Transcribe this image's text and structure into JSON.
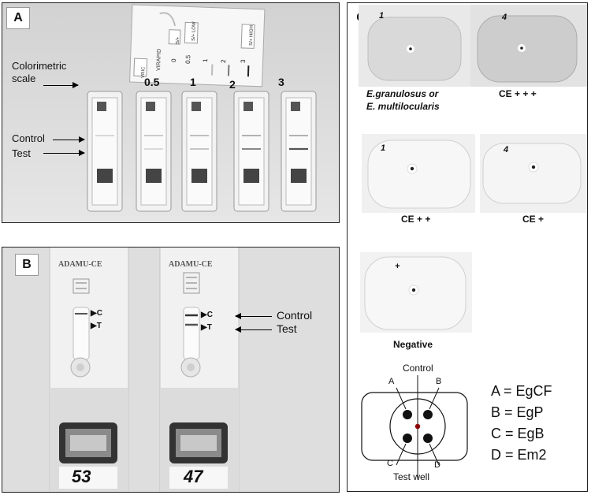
{
  "panel_a": {
    "letter": "A",
    "colorimetric_label_1": "Colorimetric",
    "colorimetric_label_2": "scale",
    "control_label": "Control",
    "test_label": "Test",
    "scale_values": [
      "0.5",
      "1",
      "2",
      "3"
    ],
    "card": {
      "brand": "VIRAPID",
      "small_label": "VRIC",
      "marks": [
        "0",
        "0.5",
        "1",
        "2",
        "3"
      ],
      "tags": [
        "S/+",
        "S/+ LOW",
        "S/+ HIGH"
      ]
    }
  },
  "panel_b": {
    "letter": "B",
    "cassette_brand": "ADAMU-CE",
    "left_cassette_number": "53",
    "right_cassette_number": "47",
    "marker_c": "▶C",
    "marker_t": "▶T",
    "control_label": "Control",
    "test_label": "Test"
  },
  "panel_c": {
    "letter": "C",
    "captions": {
      "egr_line1": "E.granulosus or",
      "egr_line2": "E. multilocularis",
      "ce3": "CE  + + +",
      "ce2": "CE  + +",
      "ce1": "CE +",
      "neg": "Negative"
    },
    "plate_marks": [
      "1",
      "4",
      "1",
      "4",
      "+"
    ],
    "diagram": {
      "control": "Control",
      "test_well": "Test well",
      "corners": [
        "A",
        "B",
        "C",
        "D"
      ]
    },
    "legend": [
      "A = EgCF",
      "B = EgP",
      "C = EgB",
      "D = Em2"
    ]
  }
}
